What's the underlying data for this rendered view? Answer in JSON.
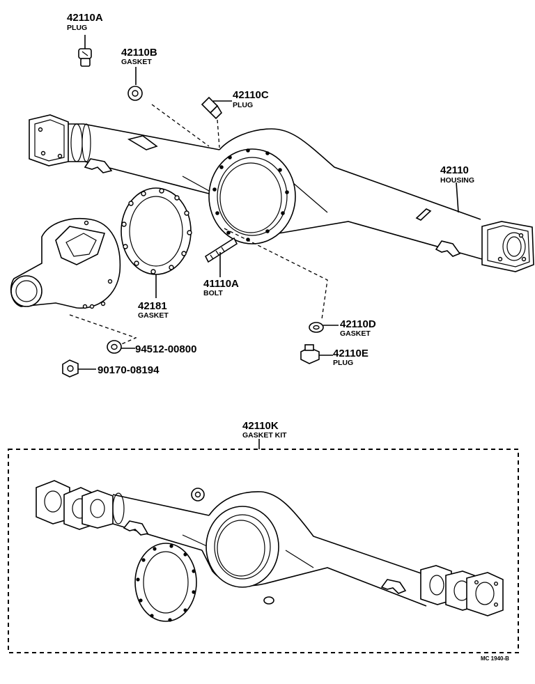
{
  "parts": {
    "p42110A": {
      "code": "42110A",
      "name": "PLUG"
    },
    "p42110B": {
      "code": "42110B",
      "name": "GASKET"
    },
    "p42110C": {
      "code": "42110C",
      "name": "PLUG"
    },
    "p42110": {
      "code": "42110",
      "name": "HOUSING"
    },
    "p42181": {
      "code": "42181",
      "name": "GASKET"
    },
    "p41110A": {
      "code": "41110A",
      "name": "BOLT"
    },
    "p42110D": {
      "code": "42110D",
      "name": "GASKET"
    },
    "p42110E": {
      "code": "42110E",
      "name": "PLUG"
    },
    "p94512": {
      "code": "94512-00800"
    },
    "p90170": {
      "code": "90170-08194"
    },
    "p42110K": {
      "code": "42110K",
      "name": "GASKET KIT"
    }
  },
  "footer_code": "MC 1940-B"
}
